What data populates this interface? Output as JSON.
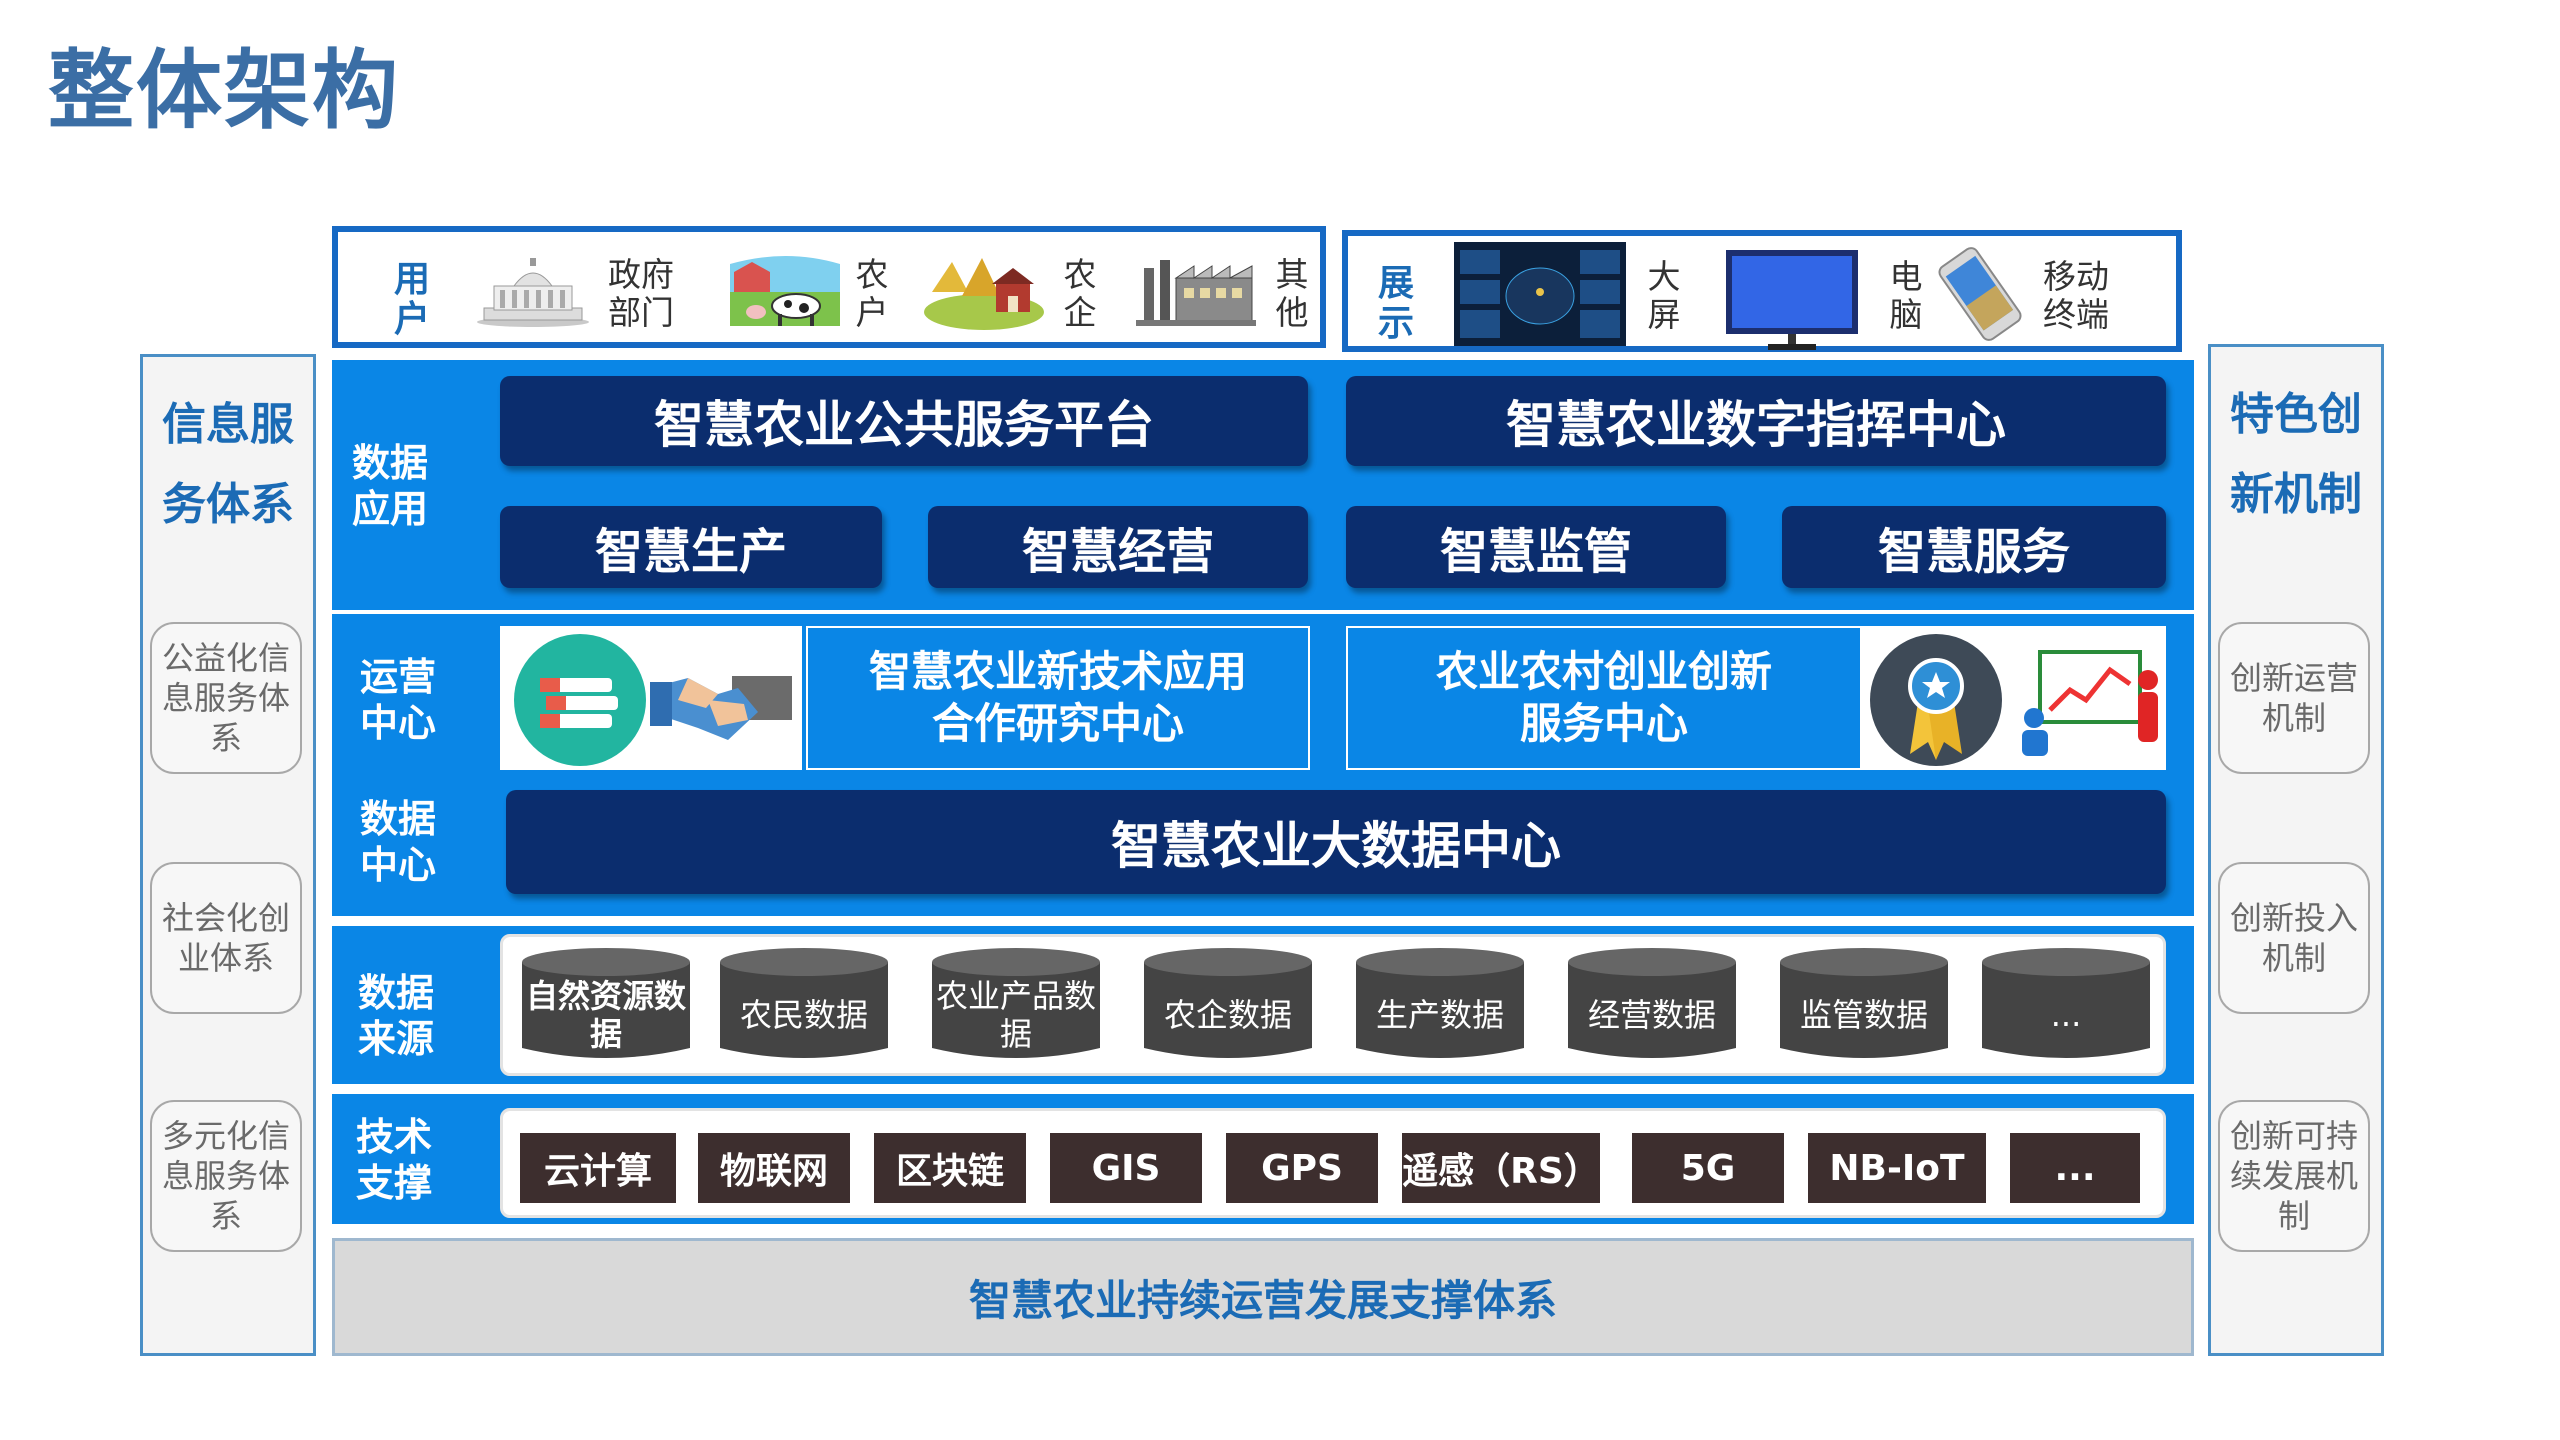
{
  "page": {
    "title": "整体架构"
  },
  "left_panel": {
    "heading_line1": "信息服",
    "heading_line2": "务体系",
    "items": [
      "公益化信息服务体系",
      "社会化创业体系",
      "多元化信息服务体系"
    ]
  },
  "right_panel": {
    "heading_line1": "特色创",
    "heading_line2": "新机制",
    "items": [
      "创新运营机制",
      "创新投入机制",
      "创新可持续发展机制"
    ]
  },
  "users": {
    "label_1": "用",
    "label_2": "户",
    "items": [
      {
        "line1": "政府",
        "line2": "部门",
        "icon": "government-building-icon"
      },
      {
        "line1": "农",
        "line2": "户",
        "icon": "farm-animals-icon"
      },
      {
        "line1": "农",
        "line2": "企",
        "icon": "agri-enterprise-icon"
      },
      {
        "line1": "其",
        "line2": "他",
        "icon": "factory-icon"
      }
    ]
  },
  "display": {
    "label_1": "展",
    "label_2": "示",
    "items": [
      {
        "line1": "大",
        "line2": "屏",
        "icon": "dashboard-screen-icon"
      },
      {
        "line1": "电",
        "line2": "脑",
        "icon": "monitor-icon"
      },
      {
        "line1": "移动",
        "line2": "终端",
        "icon": "mobile-phone-icon"
      }
    ]
  },
  "data_application": {
    "label": "数据应用",
    "platform": "智慧农业公共服务平台",
    "command_center": "智慧农业数字指挥中心",
    "modules": [
      "智慧生产",
      "智慧经营",
      "智慧监管",
      "智慧服务"
    ]
  },
  "operation_center": {
    "label": "运营中心",
    "left_title": "智慧农业新技术应用合作研究中心",
    "right_title": "农业农村创业创新服务中心",
    "left_icons": [
      "books-icon",
      "handshake-icon"
    ],
    "right_icons": [
      "award-ribbon-icon",
      "presentation-icon"
    ]
  },
  "data_center": {
    "label": "数据中心",
    "title": "智慧农业大数据中心"
  },
  "data_sources": {
    "label": "数据来源",
    "items": [
      "自然资源数据",
      "农民数据",
      "农业产品数据",
      "农企数据",
      "生产数据",
      "经营数据",
      "监管数据",
      "..."
    ]
  },
  "technology": {
    "label": "技术支撑",
    "items": [
      "云计算",
      "物联网",
      "区块链",
      "GIS",
      "GPS",
      "遥感（RS）",
      "5G",
      "NB-IoT",
      "..."
    ]
  },
  "support_system": {
    "title": "智慧农业持续运营发展支撑体系"
  },
  "colors": {
    "title": "#3b6ea5",
    "primary_blue": "#0a86e6",
    "navy": "#0b2d6e",
    "chip": "#3d2e2e",
    "cylinder": "#444444"
  }
}
